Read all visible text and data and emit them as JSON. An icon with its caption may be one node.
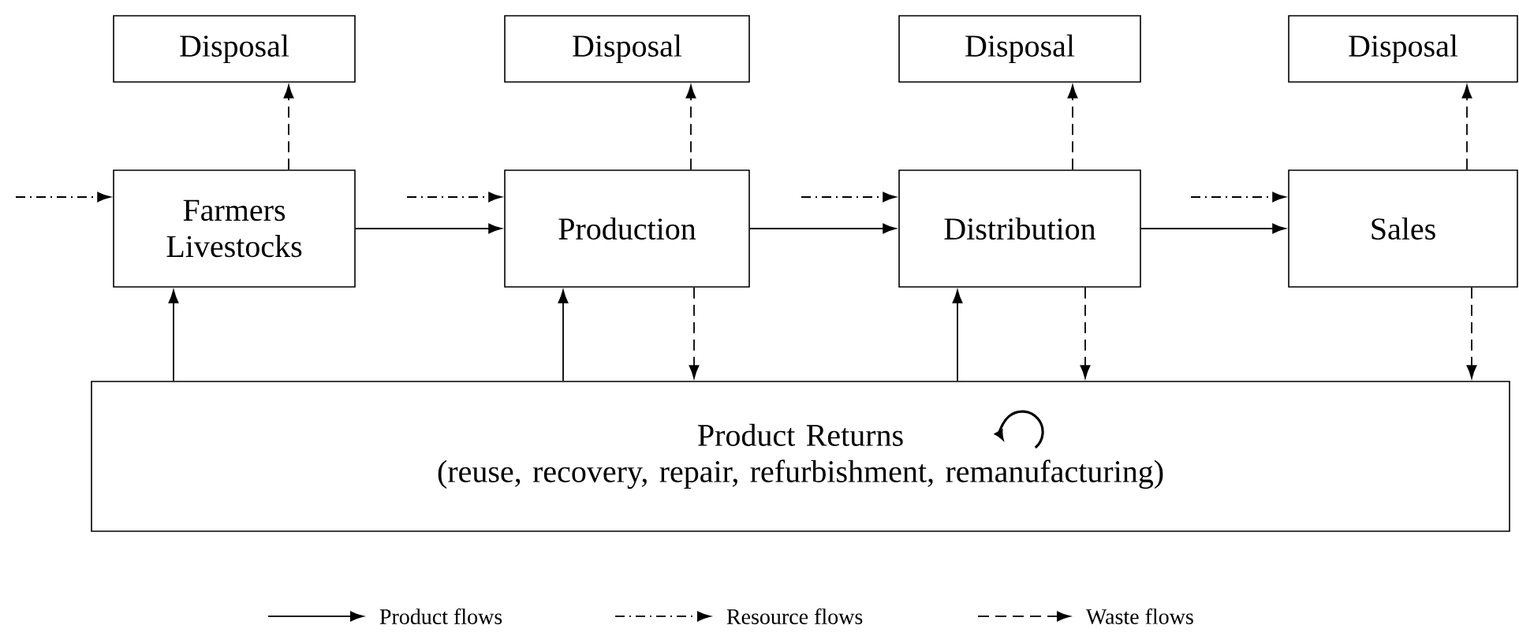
{
  "diagram": {
    "nodes": [
      {
        "text": [
          "Disposal"
        ]
      },
      {
        "text": [
          "Disposal"
        ]
      },
      {
        "text": [
          "Disposal"
        ]
      },
      {
        "text": [
          "Disposal"
        ]
      },
      {
        "text": [
          "Farmers Livestocks"
        ]
      },
      {
        "text": [
          "Production"
        ]
      },
      {
        "text": [
          "Distribution"
        ]
      },
      {
        "text": [
          "Sales"
        ]
      },
      {
        "text": [
          "Product Returns",
          "(reuse, recovery, repair, refurbishment, remanufacturing)"
        ]
      }
    ],
    "edges": [
      {
        "from": null,
        "to": 4,
        "arrow": "to",
        "style": "dashed"
      },
      {
        "from": null,
        "to": 5,
        "arrow": "to",
        "style": "dashed"
      },
      {
        "from": null,
        "to": 6,
        "arrow": "to",
        "style": "dashed"
      },
      {
        "from": null,
        "to": 7,
        "arrow": "to",
        "style": "dashed"
      },
      {
        "from": 4,
        "to": 5,
        "arrow": "to"
      },
      {
        "from": 5,
        "to": 6,
        "arrow": "to"
      },
      {
        "from": 6,
        "to": 7,
        "arrow": "to"
      },
      {
        "from": 4,
        "to": 0,
        "arrow": "to",
        "style": "dashed"
      },
      {
        "from": 5,
        "to": 1,
        "arrow": "to",
        "style": "dashed"
      },
      {
        "from": 6,
        "to": 2,
        "arrow": "to",
        "style": "dashed"
      },
      {
        "from": 7,
        "to": 3,
        "arrow": "to",
        "style": "dashed"
      },
      {
        "from": 8,
        "to": 4,
        "arrow": "to"
      },
      {
        "from": 8,
        "to": 5,
        "arrow": "to"
      },
      {
        "from": 8,
        "to": 6,
        "arrow": "to"
      },
      {
        "from": 5,
        "to": 8,
        "arrow": "to",
        "style": "dashed"
      },
      {
        "from": 6,
        "to": 8,
        "arrow": "to",
        "style": "dashed"
      },
      {
        "from": 7,
        "to": 8,
        "arrow": "to",
        "style": "dashed"
      }
    ],
    "legend": [
      {
        "text": "Product flows"
      },
      {
        "text": "Resource flows"
      },
      {
        "text": "Waste flows"
      }
    ]
  }
}
